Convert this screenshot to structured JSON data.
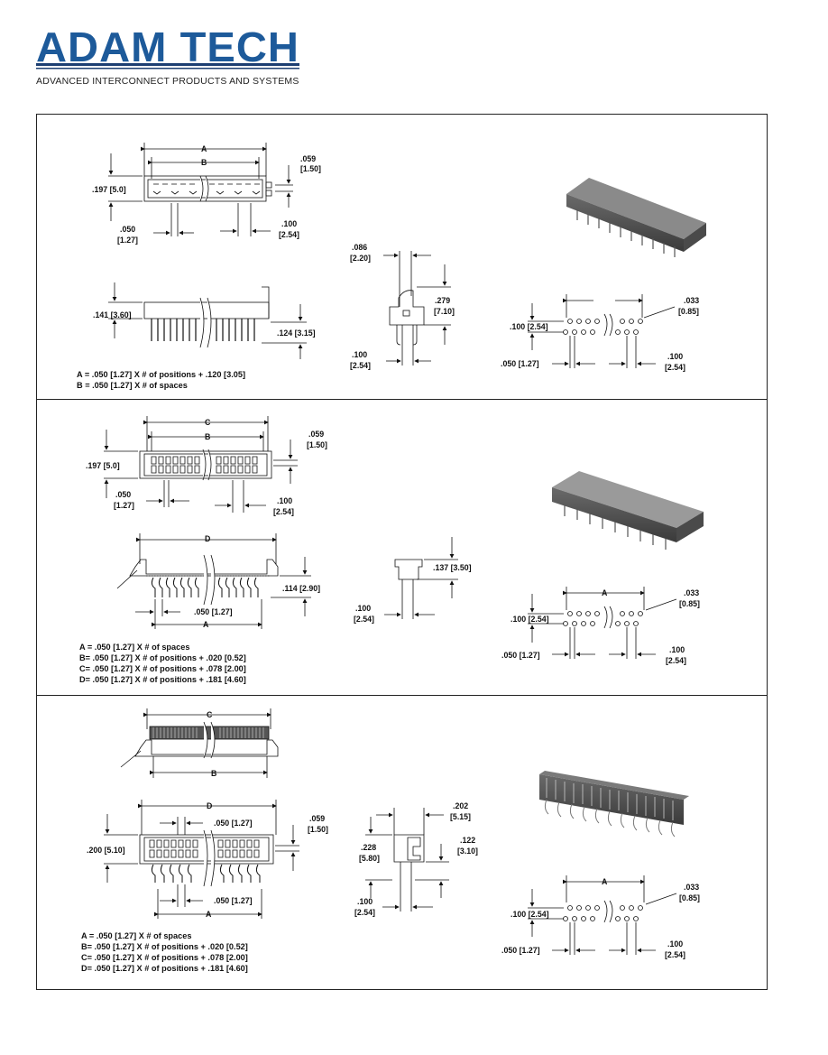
{
  "header": {
    "brand": "ADAM TECH",
    "tagline": "ADVANCED INTERCONNECT PRODUCTS AND SYSTEMS",
    "brand_color": "#1d5a9a",
    "rule_color": "#1d3f72"
  },
  "section1": {
    "dim_A": "A",
    "dim_B": "B",
    "d059": ".059",
    "d059m": "[1.50]",
    "d197": ".197 [5.0]",
    "d050": ".050",
    "d050m": "[1.27]",
    "d100": ".100",
    "d100m": "[2.54]",
    "d141": ".141 [3.60]",
    "d124": ".124 [3.15]",
    "d086": ".086",
    "d086m": "[2.20]",
    "d279": ".279",
    "d279m": "[7.10]",
    "d100b": ".100",
    "d100bm": "[2.54]",
    "pcb_033": ".033",
    "pcb_033m": "[0.85]",
    "pcb_100": ".100 [2.54]",
    "pcb_050": ".050 [1.27]",
    "pcb_100b": ".100",
    "pcb_100bm": "[2.54]",
    "formulas": [
      "A = .050 [1.27] X # of positions + .120 [3.05]",
      "B = .050 [1.27] X # of spaces"
    ]
  },
  "section2": {
    "dim_C": "C",
    "dim_B": "B",
    "dim_D": "D",
    "dim_A": "A",
    "d059": ".059",
    "d059m": "[1.50]",
    "d197": ".197 [5.0]",
    "d050": ".050",
    "d050m": "[1.27]",
    "d100": ".100",
    "d100m": "[2.54]",
    "d114": ".114 [2.90]",
    "d050b": ".050 [1.27]",
    "d137": ".137 [3.50]",
    "d100b": ".100",
    "d100bm": "[2.54]",
    "pcb_A": "A",
    "pcb_033": ".033",
    "pcb_033m": "[0.85]",
    "pcb_100": ".100 [2.54]",
    "pcb_050": ".050 [1.27]",
    "pcb_100b": ".100",
    "pcb_100bm": "[2.54]",
    "formulas": [
      "A = .050 [1.27] X # of spaces",
      "B= .050 [1.27] X # of positions + .020 [0.52]",
      "C= .050 [1.27] X # of positions + .078 [2.00]",
      "D= .050 [1.27] X # of positions + .181 [4.60]"
    ]
  },
  "section3": {
    "dim_C": "C",
    "dim_B": "B",
    "dim_D": "D",
    "dim_A": "A",
    "d050top": ".050 [1.27]",
    "d059": ".059",
    "d059m": "[1.50]",
    "d200": ".200 [5.10]",
    "d050bot": ".050 [1.27]",
    "d202": ".202",
    "d202m": "[5.15]",
    "d228": ".228",
    "d228m": "[5.80]",
    "d122": ".122",
    "d122m": "[3.10]",
    "d100": ".100",
    "d100m": "[2.54]",
    "pcb_A": "A",
    "pcb_033": ".033",
    "pcb_033m": "[0.85]",
    "pcb_100": ".100 [2.54]",
    "pcb_050": ".050 [1.27]",
    "pcb_100b": ".100",
    "pcb_100bm": "[2.54]",
    "formulas": [
      "A = .050 [1.27] X # of spaces",
      "B= .050 [1.27] X # of positions + .020 [0.52]",
      "C= .050 [1.27] X # of positions + .078 [2.00]",
      "D= .050 [1.27] X # of positions + .181 [4.60]"
    ]
  }
}
